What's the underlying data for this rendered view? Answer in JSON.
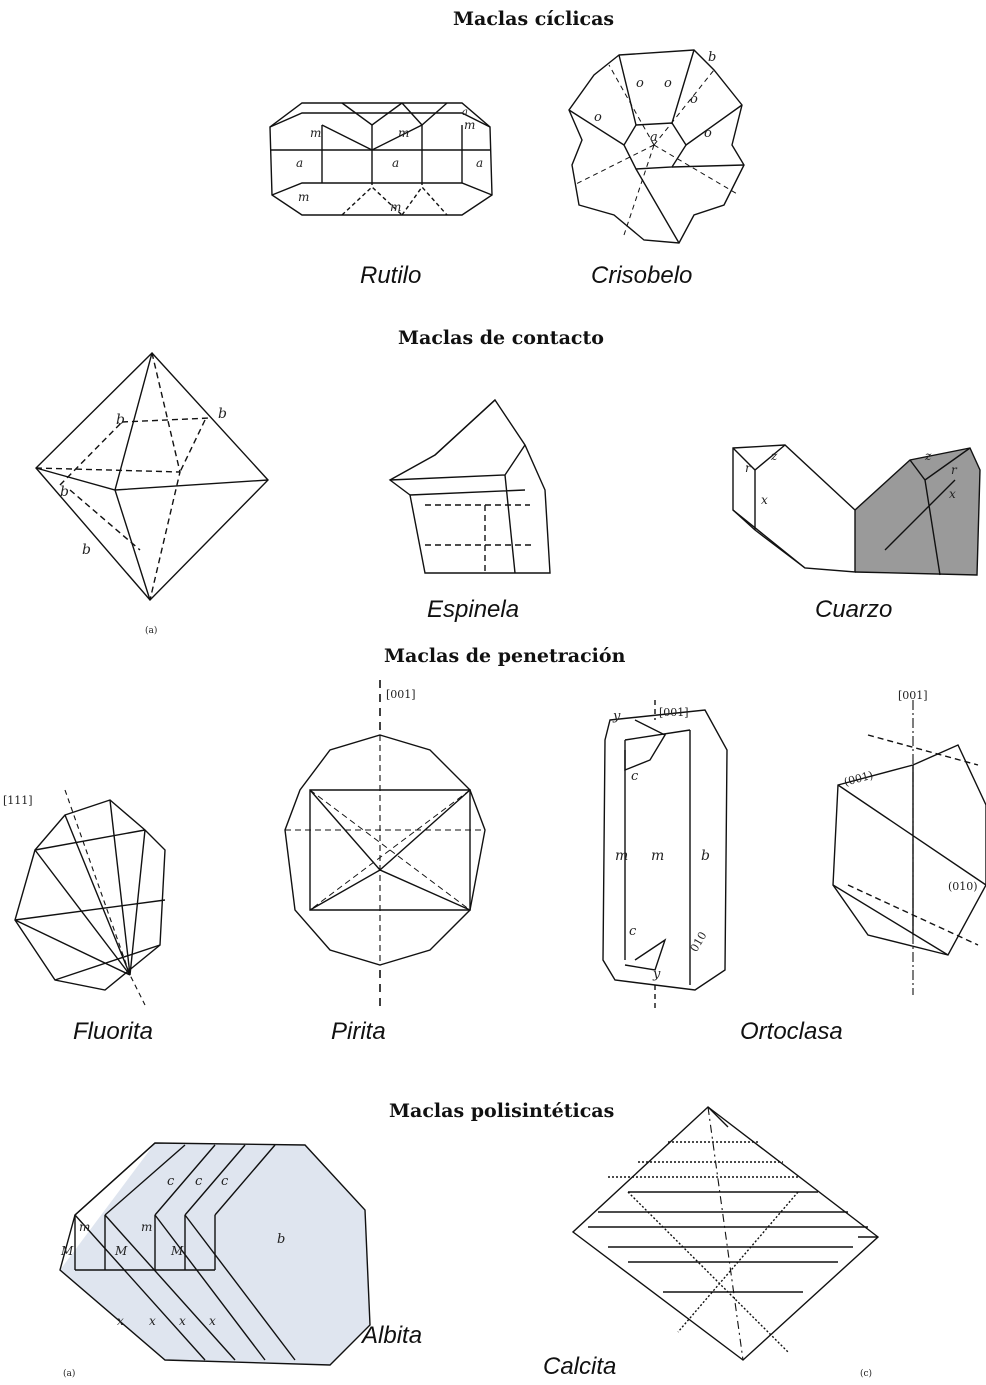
{
  "sections": {
    "cyclic": "Maclas cíclicas",
    "contact": "Maclas de contacto",
    "penetration": "Maclas de penetración",
    "polysynthetic": "Maclas polisintéticas"
  },
  "minerals": {
    "rutilo": "Rutilo",
    "crisobelo": "Crisobelo",
    "espinela": "Espinela",
    "cuarzo": "Cuarzo",
    "fluorita": "Fluorita",
    "pirita": "Pirita",
    "ortoclasa": "Ortoclasa",
    "albita": "Albita",
    "calcita": "Calcita"
  },
  "figure_letters": {
    "contact_a": "(a)",
    "albita_a": "(a)",
    "calcita_c": "(c)"
  },
  "directions": {
    "fluorita_axis": "[111]",
    "pirita_axis": "[001]",
    "ortoclasa_axis1": "[001]",
    "ortoclasa_axis2": "[001]",
    "ortoclasa_face1": "(001)",
    "ortoclasa_face2": "(010)",
    "ortoclasa_face3": "010"
  },
  "face_labels": {
    "a": "a",
    "m": "m",
    "o": "o",
    "b": "b",
    "r": "r",
    "z": "z",
    "x": "x",
    "c": "c",
    "y": "y",
    "M": "M"
  },
  "colors": {
    "line": "#111111",
    "quartz_shade": "#9a9a9a",
    "albite_shade": "#dfe5ef"
  }
}
